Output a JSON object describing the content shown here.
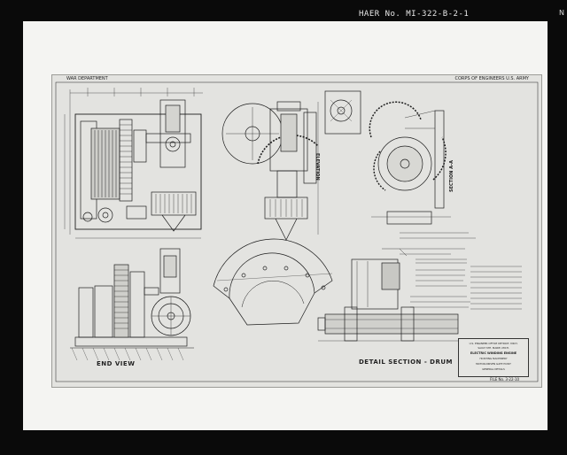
{
  "header": {
    "haer_number": "HAER No. MI-322-B-2-1",
    "side_mark": "N"
  },
  "drawing": {
    "top_left_label": "WAR DEPARTMENT",
    "top_right_label": "CORPS OF ENGINEERS U.S. ARMY",
    "end_view_label": "END VIEW",
    "detail_section_label": "DETAIL SECTION - DRUM",
    "side_elevation_label": "ELEVATION",
    "section_label": "SECTION A-A",
    "file_no": "FILE No. 3-22-10"
  },
  "title_block": {
    "lines": [
      "U.S. ENGINEER OFFICE DETROIT, MICH.",
      "SAULT STE. MARIE, MICH.",
      "ELECTRIC WINDING ENGINE",
      "HOISTING MACHINERY",
      "MOTOR-DRIVEN GATE HOIST",
      "GENERAL DETAILS"
    ]
  },
  "colors": {
    "frame": "#0a0a0a",
    "mat": "#f4f4f2",
    "sheet": "#e3e3e0",
    "ink": "#1e1e1e"
  }
}
